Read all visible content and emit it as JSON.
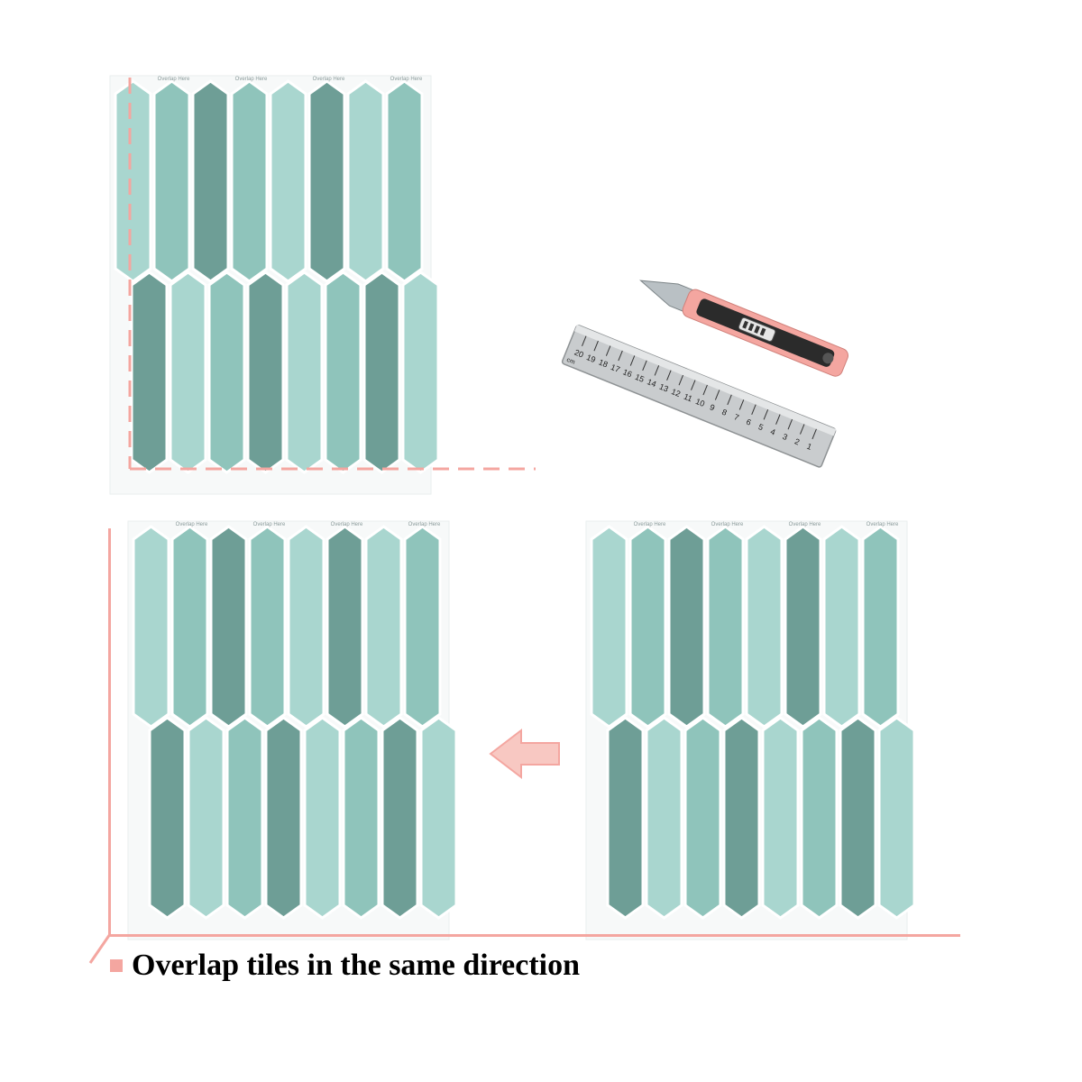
{
  "caption": {
    "text": "Overlap tiles in the same direction"
  },
  "tiles": {
    "overlap_label": "Overlap Here",
    "colors": {
      "light": "#a9d6cf",
      "mid": "#8fc4bb",
      "dark": "#6e9e96",
      "grout": "#ffffff",
      "edge": "#e8eeee"
    }
  },
  "tools": {
    "ruler_numbers": [
      "20",
      "19",
      "18",
      "17",
      "16",
      "15",
      "14",
      "13",
      "12",
      "11",
      "10",
      "9",
      "8",
      "7",
      "6",
      "5",
      "4",
      "3",
      "2",
      "1"
    ],
    "ruler_unit": "cm"
  },
  "guides": {
    "color": "#f4a6a0"
  }
}
